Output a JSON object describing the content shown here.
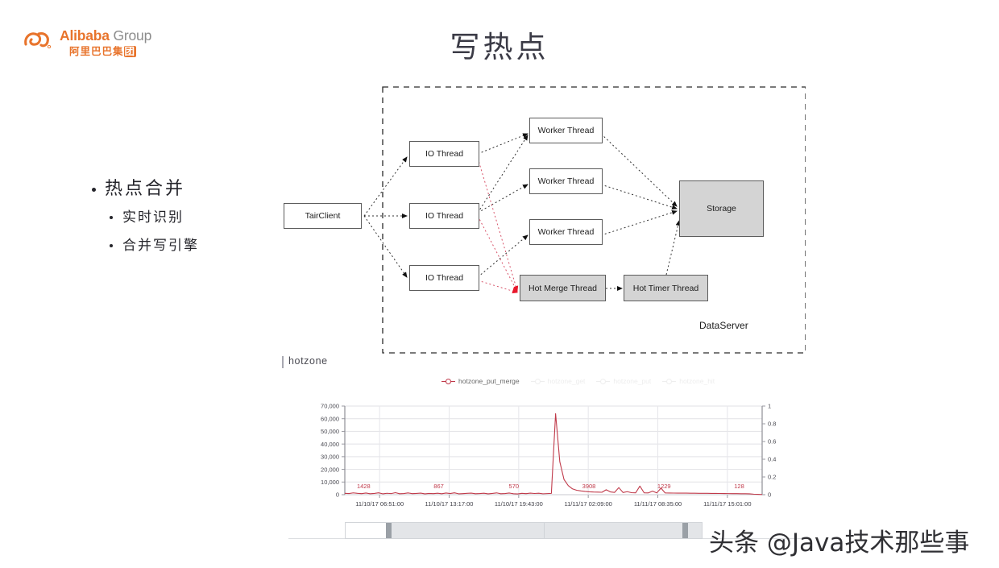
{
  "brand": {
    "name_en": "Alibaba",
    "name_en_suffix": "Group",
    "name_cn_a": "阿里巴巴集",
    "name_cn_b": "团"
  },
  "slide": {
    "title": "写热点"
  },
  "bullets": {
    "level1": "热点合并",
    "level2": [
      "实时识别",
      "合并写引擎"
    ]
  },
  "diagram": {
    "client": "TairClient",
    "io_threads": [
      "IO Thread",
      "IO Thread",
      "IO Thread"
    ],
    "worker_threads": [
      "Worker Thread",
      "Worker Thread",
      "Worker Thread"
    ],
    "hot_merge": "Hot Merge Thread",
    "hot_timer": "Hot Timer Thread",
    "storage": "Storage",
    "boundary_label": "DataServer"
  },
  "chart_caption": "hotzone",
  "chart_data": {
    "type": "line",
    "title": "",
    "xlabel": "",
    "ylabel": "",
    "legend_position": "top",
    "grid": true,
    "legend": [
      {
        "name": "hotzone_put_merge",
        "color": "#c03a4a",
        "visible": true
      },
      {
        "name": "hotzone_get",
        "color": "#7d7d7d",
        "visible": false
      },
      {
        "name": "hotzone_put",
        "color": "#7d7d7d",
        "visible": false
      },
      {
        "name": "hotzone_hit",
        "color": "#7d7d7d",
        "visible": false
      }
    ],
    "y_left": {
      "ticks": [
        "0",
        "10,000",
        "20,000",
        "30,000",
        "40,000",
        "50,000",
        "60,000",
        "70,000"
      ],
      "min": 0,
      "max": 70000
    },
    "y_right": {
      "ticks": [
        "0",
        "0.2",
        "0.4",
        "0.6",
        "0.8",
        "1"
      ],
      "min": 0,
      "max": 1
    },
    "x_ticks": [
      "11/10/17 06:51:00",
      "11/10/17 13:17:00",
      "11/10/17 19:43:00",
      "11/11/17 02:09:00",
      "11/11/17 08:35:00",
      "11/11/17 15:01:00"
    ],
    "point_labels": [
      {
        "text": "1428",
        "x": 0.045,
        "value": 1428
      },
      {
        "text": "867",
        "x": 0.225,
        "value": 867
      },
      {
        "text": "570",
        "x": 0.405,
        "value": 570
      },
      {
        "text": "3908",
        "x": 0.585,
        "value": 3908
      },
      {
        "text": "1229",
        "x": 0.765,
        "value": 1229
      },
      {
        "text": "128",
        "x": 0.945,
        "value": 128
      }
    ],
    "series": [
      {
        "name": "hotzone_put_merge",
        "color": "#c03a4a",
        "peak_value": 64000,
        "peak_x": 0.5,
        "values": [
          1100,
          900,
          1428,
          1050,
          820,
          1300,
          760,
          980,
          1450,
          700,
          1120,
          880,
          1600,
          760,
          940,
          1380,
          820,
          1020,
          1240,
          680,
          990,
          867,
          1150,
          740,
          1320,
          900,
          1480,
          700,
          860,
          1060,
          1250,
          780,
          930,
          1180,
          700,
          1010,
          1420,
          760,
          890,
          1300,
          740,
          570,
          1080,
          840,
          1240,
          960,
          1160,
          720,
          880,
          1040,
          64000,
          26000,
          12000,
          7200,
          4600,
          3500,
          3000,
          2600,
          2300,
          2100,
          2000,
          1900,
          3908,
          2200,
          1800,
          5600,
          1700,
          2400,
          1600,
          1500,
          6800,
          1500,
          1400,
          2800,
          1400,
          5200,
          1350,
          1300,
          1280,
          1250,
          1229,
          1200,
          1180,
          1150,
          1100,
          1080,
          1050,
          1000,
          980,
          950,
          900,
          880,
          850,
          820,
          780,
          740,
          700,
          400,
          260,
          128
        ]
      }
    ]
  },
  "scrollbar": {
    "left_handle": "left-drag-handle",
    "right_handle": "right-drag-handle"
  },
  "watermark": "头条 @Java技术那些事"
}
